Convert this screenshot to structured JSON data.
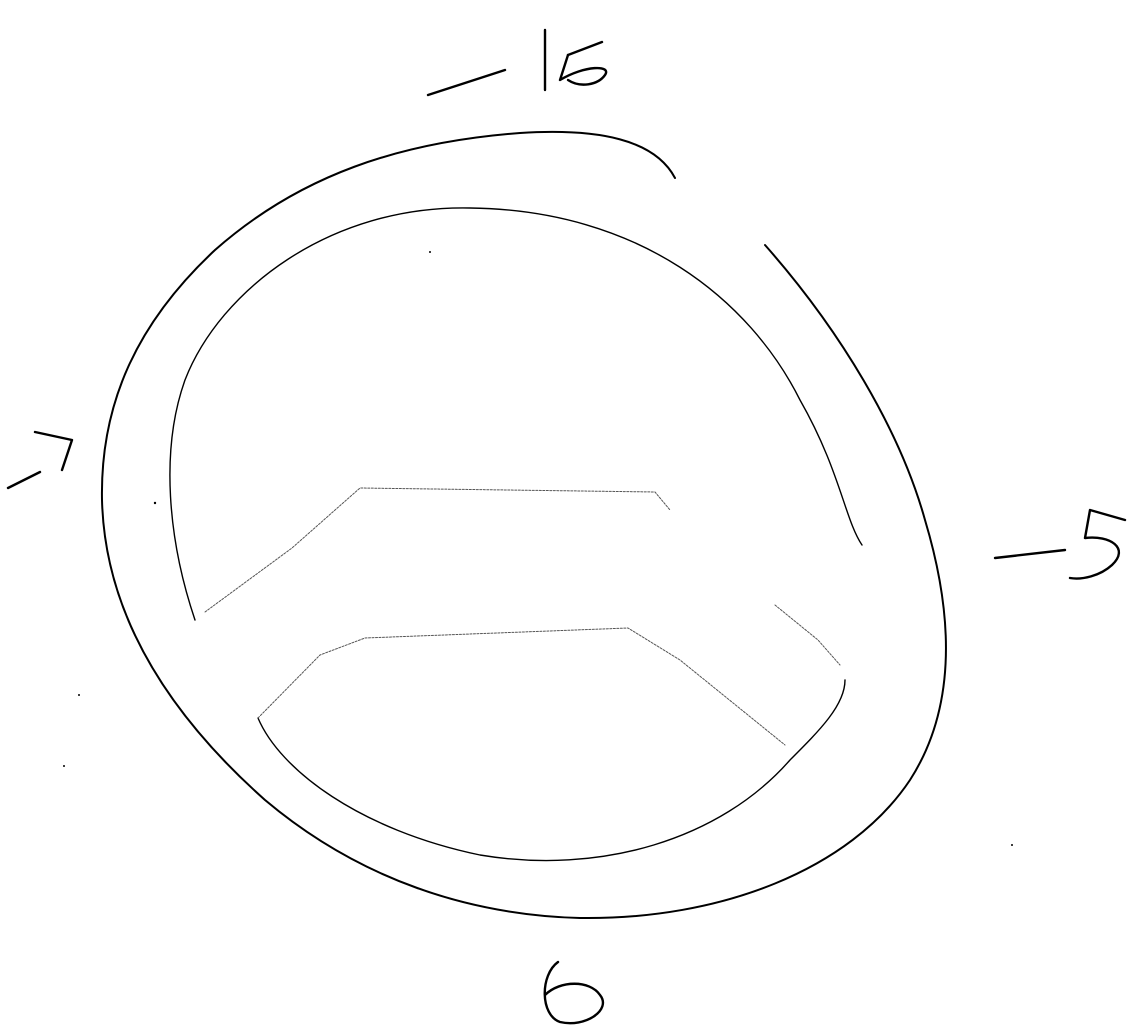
{
  "diagram": {
    "subject": "steering-wheel-sketch",
    "ink_color": "#000000",
    "background_color": "#ffffff",
    "labels": {
      "top": "-15",
      "left": "-7",
      "right": "-5",
      "bottom": "6"
    }
  }
}
